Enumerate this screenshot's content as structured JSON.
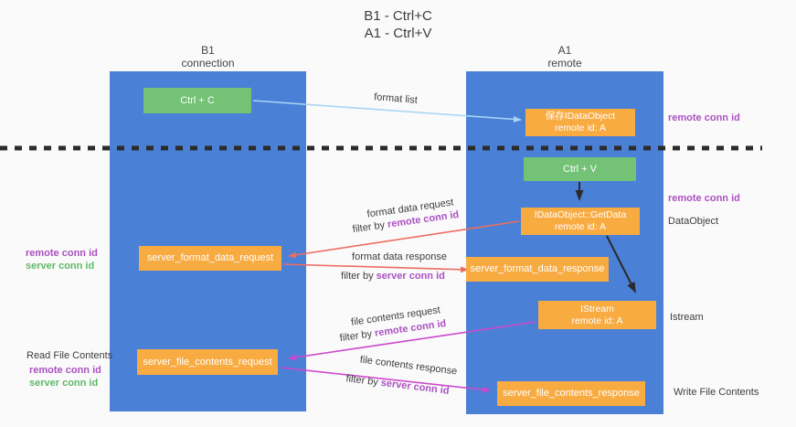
{
  "title": {
    "line1": "B1 - Ctrl+C",
    "line2": "A1 - Ctrl+V"
  },
  "columns": {
    "left": {
      "header_line1": "B1",
      "header_line2": "connection"
    },
    "right": {
      "header_line1": "A1",
      "header_line2": "remote"
    }
  },
  "nodes": {
    "ctrl_c": "Ctrl + C",
    "ctrl_v": "Ctrl + V",
    "save_idataobject": {
      "line1": "保存IDataObject",
      "line2": "remote id: A"
    },
    "idataobject_getdata": {
      "line1": "IDataObject::GetData",
      "line2": "remote id: A"
    },
    "istream": {
      "line1": "IStream",
      "line2": "remote id: A"
    },
    "server_format_data_request": "server_format_data_request",
    "server_format_data_response": "server_format_data_response",
    "server_file_contents_request": "server_file_contents_request",
    "server_file_contents_response": "server_file_contents_response"
  },
  "side_labels": {
    "remote_conn_id_top_right": "remote conn id",
    "remote_conn_id_mid_right": "remote conn id",
    "dataobject": "DataObject",
    "istream": "Istream",
    "write_file_contents": "Write File Contents",
    "remote_conn_id_left": "remote conn id",
    "server_conn_id_left": "server conn id",
    "read_file_contents": "Read File Contents",
    "remote_conn_id_bottom_left": "remote conn id",
    "server_conn_id_bottom_left": "server conn id"
  },
  "arrow_labels": {
    "format_list": "format list",
    "format_data_request": "format data request",
    "format_data_response": "format data response",
    "file_contents_request": "file contents request",
    "file_contents_response": "file contents response",
    "filter_by": "filter by ",
    "remote_conn_id": "remote conn id",
    "server_conn_id": "server conn id"
  },
  "colors": {
    "column_blue": "#4a80d6",
    "box_green": "#74c276",
    "box_orange": "#f8ab41",
    "arrow_red": "#ed6d63",
    "arrow_magenta": "#cd49cc",
    "arrow_lightblue": "#a8d4f5",
    "arrow_black": "#2b2b2b",
    "text_purple": "#ab51c2",
    "text_green": "#5eb966"
  }
}
